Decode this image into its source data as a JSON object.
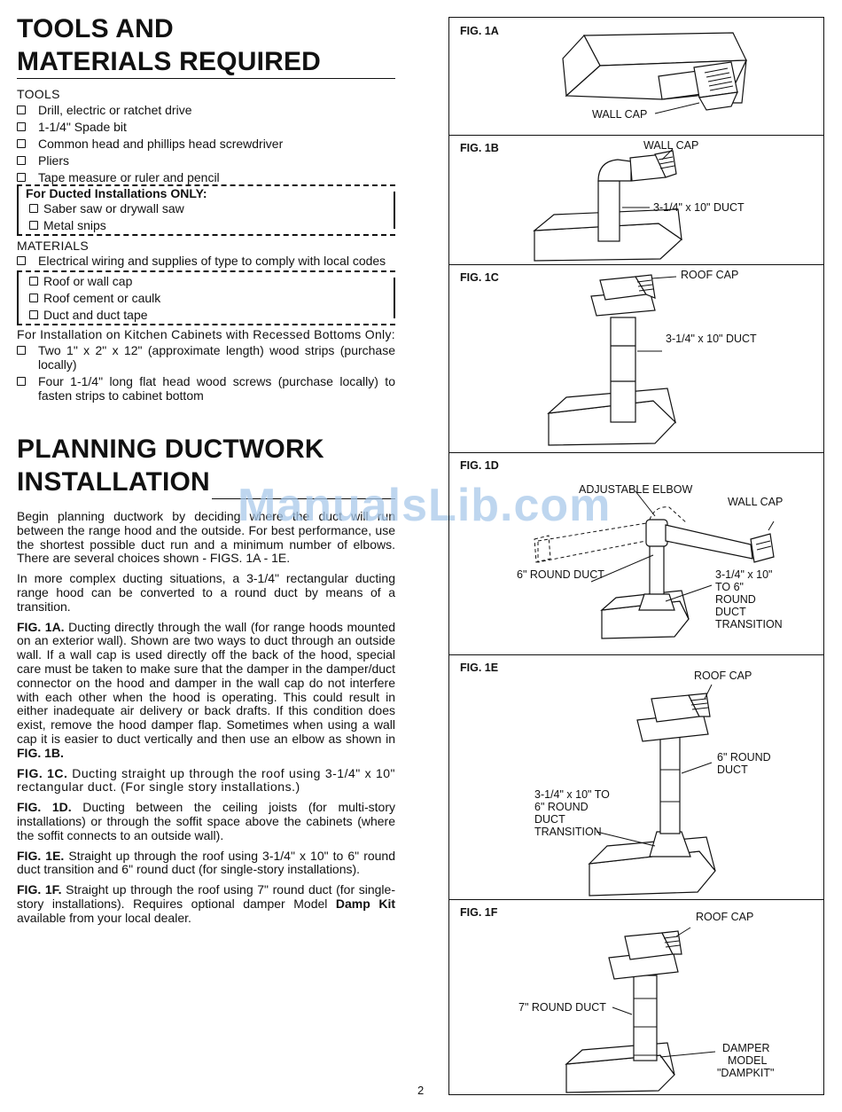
{
  "tools_section": {
    "title_line1": "TOOLS AND",
    "title_line2": "MATERIALS REQUIRED",
    "tools_heading": "TOOLS",
    "tools": [
      "Drill, electric or ratchet drive",
      "1-1/4\" Spade bit",
      "Common head and phillips head screwdriver",
      "Pliers",
      "Tape measure or ruler and pencil"
    ],
    "ducted_heading": "For Ducted Installations ONLY:",
    "ducted_tools": [
      "Saber saw or drywall saw",
      "Metal snips"
    ],
    "materials_heading": "MATERIALS",
    "materials": [
      "Electrical wiring and supplies of type to comply with local codes"
    ],
    "ducted_materials": [
      "Roof or wall cap",
      "Roof cement or caulk",
      "Duct and duct tape"
    ],
    "recessed_heading": "For Installation on Kitchen Cabinets with Recessed Bottoms Only:",
    "recessed_items": [
      "Two 1\" x 2\" x 12\" (approximate length) wood strips (purchase locally)",
      "Four 1-1/4\"  long flat head wood screws (purchase locally) to fasten strips to cabinet bottom"
    ]
  },
  "planning_section": {
    "title_line1": "PLANNING DUCTWORK",
    "title_line2": "INSTALLATION",
    "p1": "Begin planning ductwork by deciding where the duct will run between the range hood and the outside. For best performance, use the shortest possible duct run and a minimum number of elbows. There are several choices shown -  FIGS. 1A - 1E.",
    "p2": "In more complex ducting situations, a 3-1/4\" rectangular ducting range hood can be converted to a round duct by means of a transition.",
    "p3_label": "FIG. 1A.",
    "p3": " Ducting directly through the wall (for range hoods mounted on an exterior wall). Shown are two ways to duct through an outside wall. If a wall cap is used directly off the back of the hood, special care must be taken to make sure that the damper in the damper/duct connector on the hood and damper in the wall cap do not interfere with each other when the hood is operating. This could result in either inadequate air delivery or back drafts. If this condition does exist, remove the hood damper flap. Sometimes when using a wall cap it is easier to duct vertically and then use an elbow as shown in ",
    "p3_ref": "FIG. 1B.",
    "p4_label": "FIG. 1C.",
    "p4": " Ducting straight up through the roof using 3-1/4\" x 10\" rectangular duct. (For single story installations.)",
    "p5_label": "FIG. 1D.",
    "p5": " Ducting between the ceiling joists (for multi-story installations) or through the soffit space above the cabinets (where the soffit connects to an outside wall).",
    "p6_label": "FIG. 1E.",
    "p6": " Straight up through the roof using 3-1/4\" x 10\" to 6\" round duct transition and 6\" round duct (for single-story installations).",
    "p7_label": "FIG. 1F.",
    "p7": " Straight up through the roof using 7\" round duct (for single-story installations). Requires optional damper Model ",
    "p7_bold": "Damp Kit",
    "p7_end": " available from your local dealer."
  },
  "figures": {
    "fig1a": {
      "label": "FIG. 1A",
      "callouts": [
        "WALL CAP"
      ]
    },
    "fig1b": {
      "label": "FIG. 1B",
      "callouts": [
        "WALL CAP",
        "3-1/4\" x 10\" DUCT"
      ]
    },
    "fig1c": {
      "label": "FIG. 1C",
      "callouts": [
        "ROOF CAP",
        "3-1/4\" x 10\" DUCT"
      ]
    },
    "fig1d": {
      "label": "FIG. 1D",
      "callouts": [
        "ADJUSTABLE ELBOW",
        "WALL CAP",
        "6\" ROUND DUCT",
        "3-1/4\" x 10\"",
        "TO 6\"",
        "ROUND",
        "DUCT",
        "TRANSITION"
      ]
    },
    "fig1e": {
      "label": "FIG. 1E",
      "callouts": [
        "ROOF CAP",
        "6\" ROUND",
        "DUCT",
        "3-1/4\" x 10\" TO",
        "6\" ROUND",
        "DUCT",
        "TRANSITION"
      ]
    },
    "fig1f": {
      "label": "FIG. 1F",
      "callouts": [
        "ROOF CAP",
        "7\" ROUND DUCT",
        "DAMPER",
        "MODEL",
        "\"DAMPKIT\""
      ]
    }
  },
  "watermark": "ManualsLib.com",
  "page_number": "2"
}
